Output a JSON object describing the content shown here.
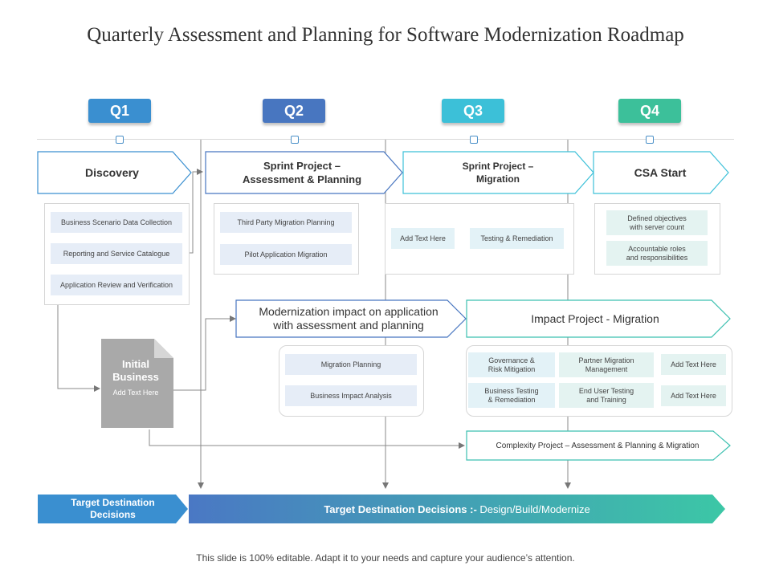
{
  "title": "Quarterly Assessment and Planning for Software Modernization Roadmap",
  "quarters": [
    {
      "label": "Q1",
      "color": "#3a8fd0"
    },
    {
      "label": "Q2",
      "color": "#4876c0"
    },
    {
      "label": "Q3",
      "color": "#3cc0d8"
    },
    {
      "label": "Q4",
      "color": "#3cc09a"
    }
  ],
  "row1": {
    "discovery": "Discovery",
    "sprint_assessment_l1": "Sprint Project –",
    "sprint_assessment_l2": "Assessment & Planning",
    "sprint_migration_l1": "Sprint Project –",
    "sprint_migration_l2": "Migration",
    "csa_start": "CSA Start"
  },
  "q1_items": [
    "Business Scenario Data Collection",
    "Reporting and Service Catalogue",
    "Application Review and Verification"
  ],
  "q2_items": [
    "Third Party Migration Planning",
    "Pilot Application Migration"
  ],
  "q3_items": [
    "Add Text Here",
    "Testing & Remediation"
  ],
  "q4_items": [
    {
      "l1": "Defined objectives",
      "l2": "with server count"
    },
    {
      "l1": "Accountable roles",
      "l2": "and responsibilities"
    }
  ],
  "modernization_l1": "Modernization impact on application",
  "modernization_l2": "with assessment and planning",
  "impact_project": "Impact Project - Migration",
  "mod_items": [
    "Migration Planning",
    "Business Impact Analysis"
  ],
  "impact_items": [
    {
      "l1": "Governance &",
      "l2": "Risk Mitigation"
    },
    {
      "l1": "Partner Migration",
      "l2": "Management"
    },
    {
      "l1": "Add Text Here",
      "l2": ""
    },
    {
      "l1": "Business Testing",
      "l2": "& Remediation"
    },
    {
      "l1": "End User Testing",
      "l2": "and Training"
    },
    {
      "l1": "Add Text Here",
      "l2": ""
    }
  ],
  "initial_business": {
    "l1": "Initial",
    "l2": "Business",
    "sub": "Add Text Here"
  },
  "complexity": "Complexity Project – Assessment & Planning & Migration",
  "target_left_l1": "Target Destination",
  "target_left_l2": "Decisions",
  "target_main_bold": "Target Destination Decisions :-",
  "target_main_rest": " Design/Build/Modernize",
  "footer": "This slide is 100% editable. Adapt it to your needs and capture your audience’s attention."
}
